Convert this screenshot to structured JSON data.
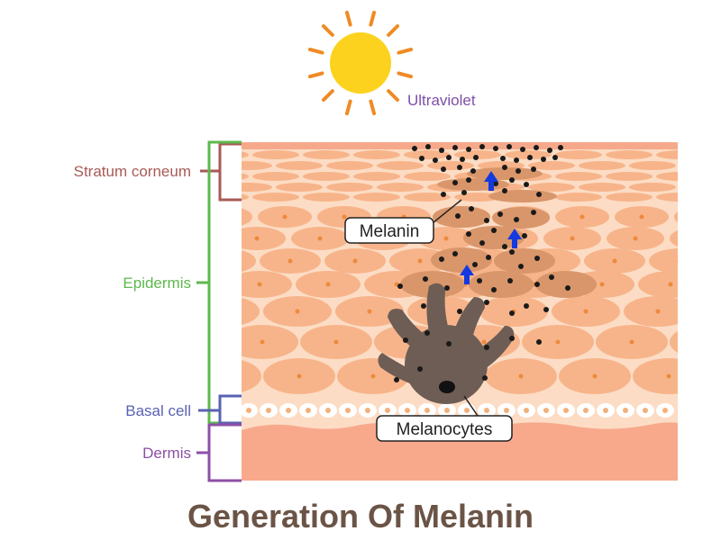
{
  "title": "Generation Of Melanin",
  "ultraviolet_label": "Ultraviolet",
  "layers": {
    "stratum_corneum": "Stratum corneum",
    "epidermis": "Epidermis",
    "basal_cell": "Basal cell",
    "dermis": "Dermis"
  },
  "callouts": {
    "melanin": "Melanin",
    "melanocytes": "Melanocytes"
  },
  "colors": {
    "sun": "#fdd21e",
    "sun_rays": "#f08a23",
    "ultraviolet": "#7e4fa6",
    "stratum_corneum": "#a85a57",
    "epidermis": "#5db84d",
    "basal_cell": "#5a62b3",
    "dermis": "#8c4fa6",
    "skin_light": "#fcdcc4",
    "skin_cell": "#f7b48a",
    "dermis_fill": "#f8a98c",
    "melanin_cell": "#d8966a",
    "melanocyte": "#6e5d55",
    "arrow": "#1339e0",
    "title": "#6b5446"
  },
  "icons": [
    "sun-icon",
    "arrow-up-icon"
  ]
}
